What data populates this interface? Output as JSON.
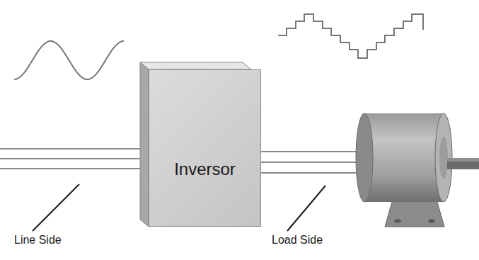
{
  "diagram": {
    "nodes": [
      {
        "text": [
          "Inversor"
        ]
      }
    ],
    "labels": [
      "Line Side",
      "Load Side"
    ]
  }
}
